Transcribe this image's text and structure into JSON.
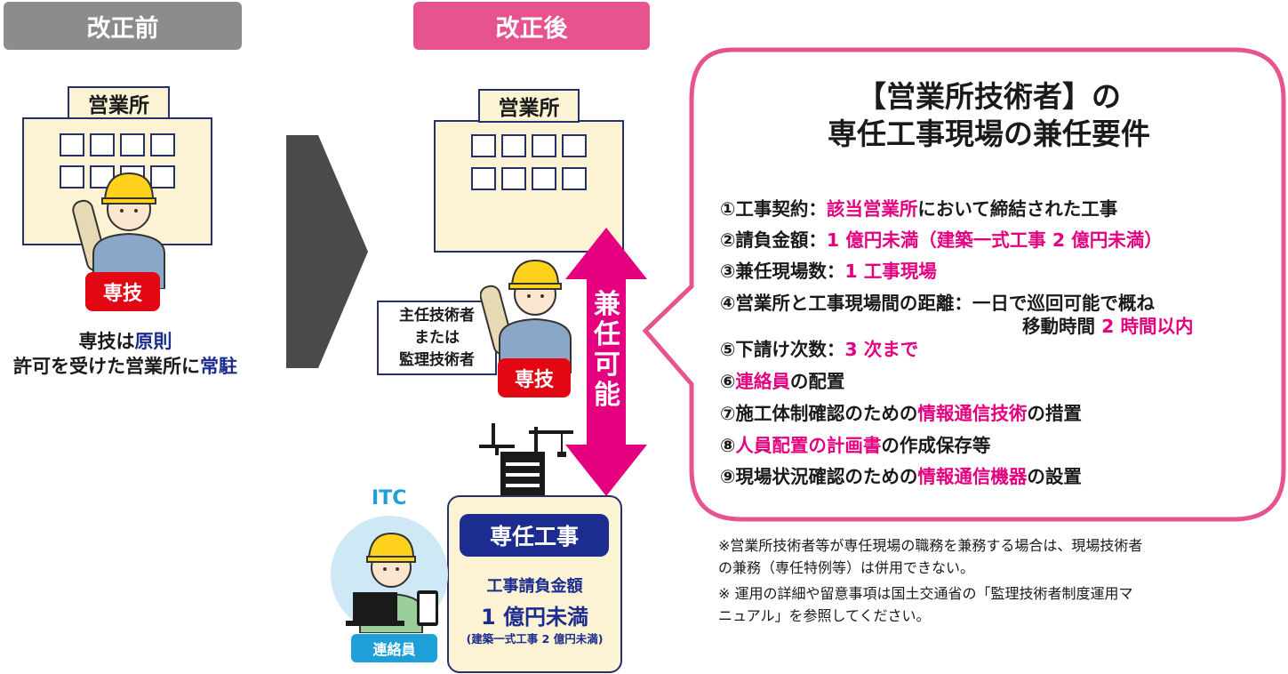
{
  "headers": {
    "before": "改正前",
    "after": "改正後"
  },
  "colors": {
    "before_tab": "#8c8c8c",
    "after_tab": "#e6538f",
    "accent_pink": "#e4007f",
    "navy": "#1d2c8f",
    "red": "#e30613",
    "bubble_border": "#e6538f"
  },
  "left": {
    "office_label": "営業所",
    "badge": "専技",
    "caption_line1_a": "専技は",
    "caption_line1_b": "原則",
    "caption_line2_a": "許可を受けた営業所に",
    "caption_line2_b": "常駐"
  },
  "right_diagram": {
    "office_label": "営業所",
    "engineer_label": [
      "主任技術者",
      "または",
      "監理技術者"
    ],
    "badge": "専技",
    "arrow_label": [
      "兼",
      "任",
      "可",
      "能"
    ],
    "itc_label": "ITC",
    "liaison_label": "連絡員",
    "site_title": "専任工事",
    "site_amount_label": "工事請負金額",
    "site_amount_value": "1 億円未満",
    "site_amount_note": "(建築一式工事 2 億円未満)"
  },
  "bubble": {
    "title_line1": "【営業所技術者】の",
    "title_line2": "専任工事現場の兼任要件",
    "items": [
      {
        "parts": [
          {
            "t": "①工事契約：",
            "c": "black"
          },
          {
            "t": "該当営業所",
            "c": "pink"
          },
          {
            "t": "において締結された工事",
            "c": "black"
          }
        ]
      },
      {
        "parts": [
          {
            "t": "②請負金額：",
            "c": "black"
          },
          {
            "t": "1 億円未満（建築一式工事 2 億円未満）",
            "c": "pink"
          }
        ]
      },
      {
        "parts": [
          {
            "t": "③兼任現場数：",
            "c": "black"
          },
          {
            "t": "1 工事現場",
            "c": "pink"
          }
        ]
      },
      {
        "parts": [
          {
            "t": "④営業所と工事現場間の距離：一日で巡回可能で概ね",
            "c": "black"
          }
        ]
      },
      {
        "parts": [
          {
            "t": "移動時間 ",
            "c": "black"
          },
          {
            "t": "2 時間以内",
            "c": "pink"
          }
        ]
      },
      {
        "parts": [
          {
            "t": "⑤下請け次数：",
            "c": "black"
          },
          {
            "t": "3 次まで",
            "c": "pink"
          }
        ]
      },
      {
        "parts": [
          {
            "t": "⑥",
            "c": "black"
          },
          {
            "t": "連絡員",
            "c": "pink"
          },
          {
            "t": "の配置",
            "c": "black"
          }
        ]
      },
      {
        "parts": [
          {
            "t": "⑦施工体制確認のための",
            "c": "black"
          },
          {
            "t": "情報通信技術",
            "c": "pink"
          },
          {
            "t": "の措置",
            "c": "black"
          }
        ]
      },
      {
        "parts": [
          {
            "t": "⑧",
            "c": "black"
          },
          {
            "t": "人員配置の計画書",
            "c": "pink"
          },
          {
            "t": "の作成保存等",
            "c": "black"
          }
        ]
      },
      {
        "parts": [
          {
            "t": "⑨現場状況確認のための",
            "c": "black"
          },
          {
            "t": "情報通信機器",
            "c": "pink"
          },
          {
            "t": "の設置",
            "c": "black"
          }
        ]
      }
    ]
  },
  "notes": [
    "※営業所技術者等が専任現場の職務を兼務する場合は、現場技術者",
    "の兼務（専任特例等）は併用できない。",
    "※ 運用の詳細や留意事項は国土交通省の「監理技術者制度運用マ",
    "ニュアル」を参照してください。"
  ]
}
